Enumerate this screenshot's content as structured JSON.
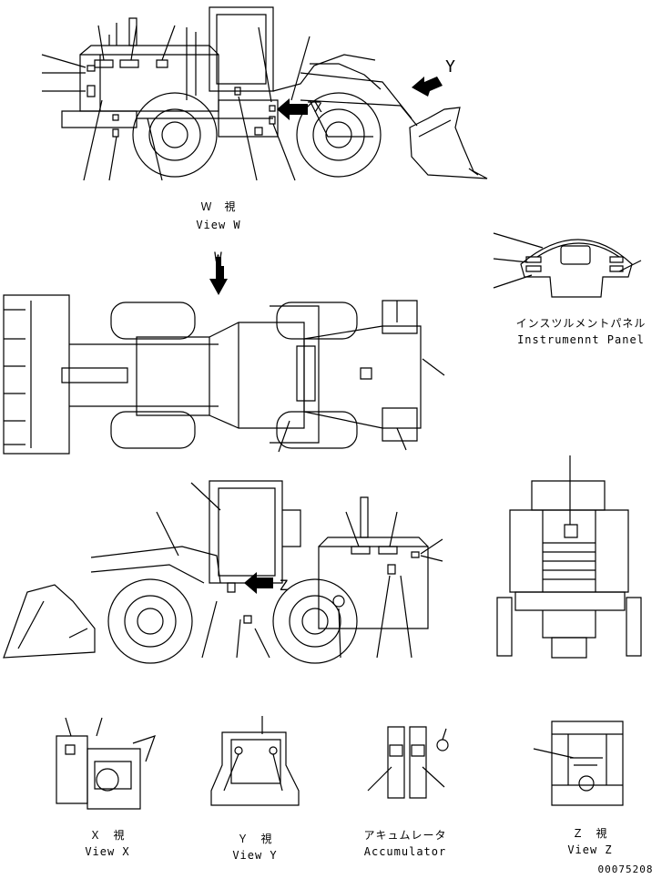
{
  "view_w": {
    "jp": "Ｗ　視",
    "en": "View W"
  },
  "instrument_panel": {
    "jp": "インスツルメントパネル",
    "en": "Instrumennt Panel"
  },
  "view_x": {
    "jp": "Ｘ　視",
    "en": "View X"
  },
  "view_y": {
    "jp": "Ｙ　視",
    "en": "View Y"
  },
  "accumulator": {
    "jp": "アキュムレータ",
    "en": "Accumulator"
  },
  "view_z": {
    "jp": "Ｚ　視",
    "en": "View Z"
  },
  "arrow_labels": {
    "w": "W",
    "x": "X",
    "y": "Y",
    "z": "Z"
  },
  "drawing_number": "00075208",
  "colors": {
    "line": "#000000",
    "background": "#ffffff"
  }
}
